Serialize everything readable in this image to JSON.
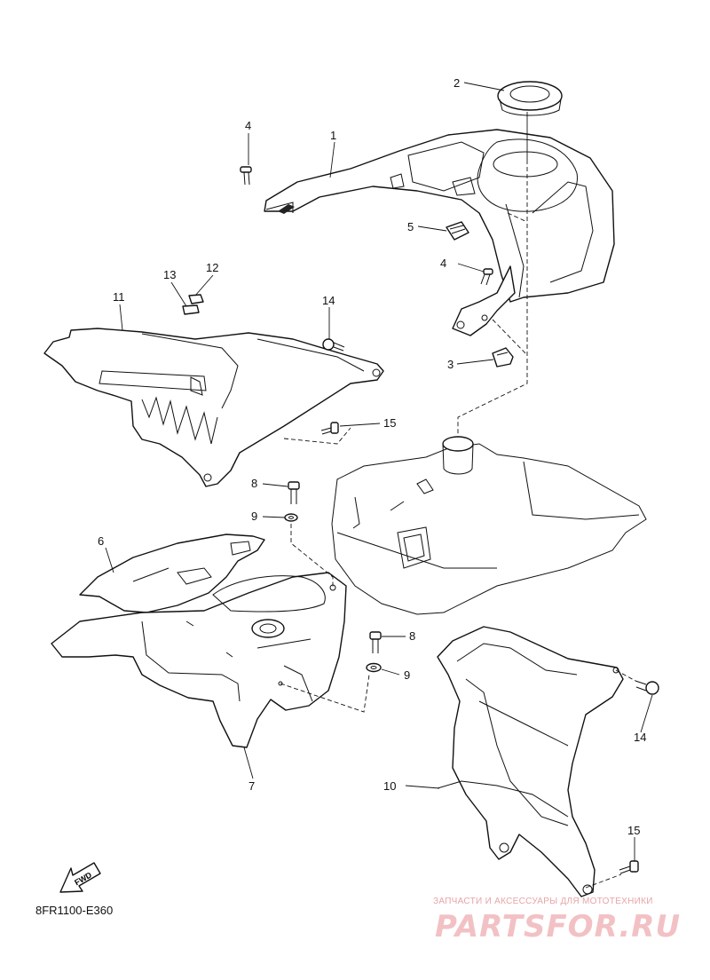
{
  "callouts": [
    {
      "id": "c1",
      "label": "1"
    },
    {
      "id": "c2",
      "label": "2"
    },
    {
      "id": "c3",
      "label": "3"
    },
    {
      "id": "c4a",
      "label": "4"
    },
    {
      "id": "c4b",
      "label": "4"
    },
    {
      "id": "c5",
      "label": "5"
    },
    {
      "id": "c6",
      "label": "6"
    },
    {
      "id": "c7",
      "label": "7"
    },
    {
      "id": "c8a",
      "label": "8"
    },
    {
      "id": "c8b",
      "label": "8"
    },
    {
      "id": "c9a",
      "label": "9"
    },
    {
      "id": "c9b",
      "label": "9"
    },
    {
      "id": "c10",
      "label": "10"
    },
    {
      "id": "c11",
      "label": "11"
    },
    {
      "id": "c12",
      "label": "12"
    },
    {
      "id": "c13",
      "label": "13"
    },
    {
      "id": "c14a",
      "label": "14"
    },
    {
      "id": "c14b",
      "label": "14"
    },
    {
      "id": "c15a",
      "label": "15"
    },
    {
      "id": "c15b",
      "label": "15"
    }
  ],
  "fwd_label": "FWD",
  "drawing_code": "8FR1100-E360",
  "watermark": {
    "tagline": "ЗАПЧАСТИ И АКСЕССУАРЫ ДЛЯ МОТОТЕХНИКИ",
    "brand": "PARTSFOR.RU",
    "color": "#f2c1c4"
  }
}
